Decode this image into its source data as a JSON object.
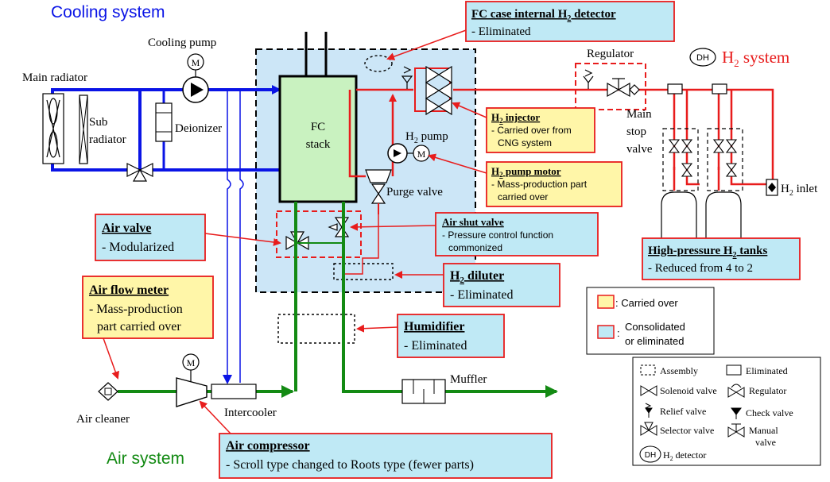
{
  "systems": {
    "cooling": "Cooling system",
    "air": "Air system",
    "h2_prefix": "H",
    "h2_sub": "2",
    "h2_suffix": " system"
  },
  "components": {
    "cooling_pump": "Cooling pump",
    "main_radiator": "Main radiator",
    "sub_radiator_1": "Sub",
    "sub_radiator_2": "radiator",
    "deionizer": "Deionizer",
    "fc_stack_1": "FC",
    "fc_stack_2": "stack",
    "h2_pump_prefix": "H",
    "h2_pump_sub": "2",
    "h2_pump_suffix": " pump",
    "purge_valve": "Purge valve",
    "regulator": "Regulator",
    "main_stop_valve_1": "Main",
    "main_stop_valve_2": "stop",
    "main_stop_valve_3": "valve",
    "h2_inlet_prefix": "H",
    "h2_inlet_sub": "2",
    "h2_inlet_suffix": " inlet",
    "air_cleaner": "Air cleaner",
    "intercooler": "Intercooler",
    "muffler": "Muffler",
    "motor_symbol": "M",
    "dh_symbol": "DH"
  },
  "callouts": {
    "fc_case_detector": {
      "title_prefix": "FC case internal H",
      "title_sub": "2",
      "title_suffix": " detector",
      "line1": "- Eliminated"
    },
    "h2_injector": {
      "title_prefix": "H",
      "title_sub": "2",
      "title_suffix": " injector",
      "line1": "- Carried over from",
      "line2": "CNG system"
    },
    "h2_pump_motor": {
      "title_prefix": "H",
      "title_sub": "2",
      "title_suffix": " pump motor",
      "line1": "- Mass-production part",
      "line2": "carried over"
    },
    "air_valve": {
      "title": "Air valve",
      "line1": "- Modularized"
    },
    "air_shut_valve": {
      "title": "Air shut valve",
      "line1": "- Pressure control function",
      "line2": "commonized"
    },
    "h2_diluter": {
      "title_prefix": "H",
      "title_sub": "2",
      "title_suffix": " diluter",
      "line1": "- Eliminated"
    },
    "air_flow_meter": {
      "title": "Air flow meter",
      "line1": "- Mass-production",
      "line2": "part carried over"
    },
    "humidifier": {
      "title": "Humidifier",
      "line1": "- Eliminated"
    },
    "air_compressor": {
      "title": "Air compressor",
      "line1": "- Scroll type changed to Roots type (fewer parts)"
    },
    "h2_tanks": {
      "title_prefix": "High-pressure H",
      "title_sub": "2",
      "title_suffix": " tanks",
      "line1": "- Reduced from 4 to 2"
    }
  },
  "color_legend": {
    "carried_over": ": Carried over",
    "consolidated_1": "Consolidated",
    "consolidated_2": "or eliminated",
    "consolidated_colon": ":"
  },
  "symbol_legend": {
    "assembly": "Assembly",
    "eliminated": "Eliminated",
    "solenoid_valve": "Solenoid valve",
    "regulator": "Regulator",
    "relief_valve": "Relief valve",
    "check_valve": "Check valve",
    "selector_valve": "Selector valve",
    "manual_valve_1": "Manual",
    "manual_valve_2": "valve",
    "h2_detector_prefix": "H",
    "h2_detector_sub": "2",
    "h2_detector_suffix": " detector"
  },
  "colors": {
    "cooling": "#0a14e6",
    "hydrogen": "#e81c1c",
    "air": "#138a13",
    "carried_fill": "#fff6a8",
    "consolidated_fill": "#bfe9f5",
    "fc_case_fill": "#cce6f7",
    "fc_stack_fill": "#c9f2c0"
  }
}
